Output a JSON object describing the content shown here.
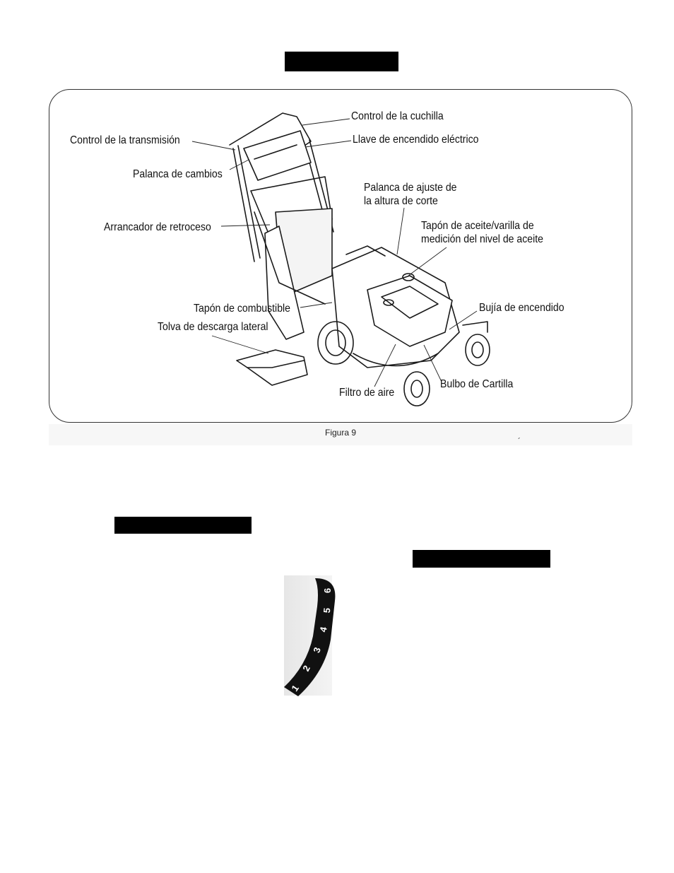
{
  "figure": {
    "caption": "Figura 9",
    "labels": {
      "blade_control": "Control de la cuchilla",
      "drive_control": "Control de la transmisión",
      "ignition_key": "Llave de encendido eléctrico",
      "shift_lever": "Palanca de cambios",
      "height_lever": "Palanca de ajuste de\nla altura de corte",
      "recoil_starter": "Arrancador de retroceso",
      "oil_cap": "Tapón de aceite/varilla de\nmedición del nivel de aceite",
      "fuel_cap": "Tapón de combustible",
      "spark_plug": "Bujía de encendido",
      "side_chute": "Tolva de descarga lateral",
      "air_filter": "Filtro de aire",
      "primer_bulb": "Bulbo de Cartilla"
    }
  },
  "speed_scale": {
    "marks": [
      "1",
      "2",
      "3",
      "4",
      "5",
      "6"
    ]
  }
}
